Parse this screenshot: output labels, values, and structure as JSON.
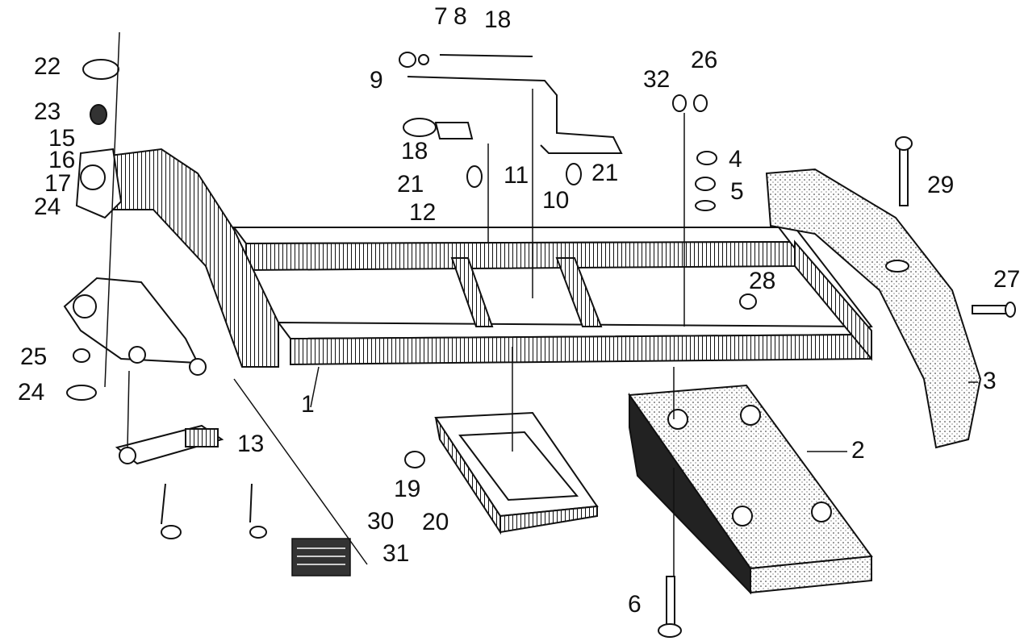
{
  "diagram": {
    "callouts": {
      "c1": "1",
      "c2": "2",
      "c3": "3",
      "c4": "4",
      "c5": "5",
      "c6": "6",
      "c7": "7",
      "c8": "8",
      "c9": "9",
      "c10": "10",
      "c11": "11",
      "c12": "12",
      "c13": "13",
      "c15": "15",
      "c16": "16",
      "c17": "17",
      "c18a": "18",
      "c18b": "18",
      "c19": "19",
      "c20": "20",
      "c21a": "21",
      "c21b": "21",
      "c22": "22",
      "c23": "23",
      "c24a": "24",
      "c24b": "24",
      "c25": "25",
      "c26": "26",
      "c27": "27",
      "c28": "28",
      "c29": "29",
      "c30": "30",
      "c31": "31",
      "c32": "32"
    },
    "colors": {
      "ink": "#111111",
      "paper": "#ffffff",
      "shade": "#3a3a3a",
      "light": "#d8d8d8"
    }
  }
}
